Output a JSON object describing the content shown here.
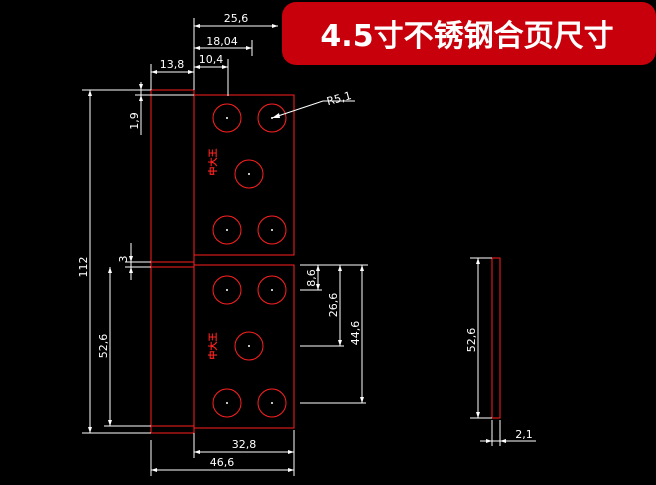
{
  "banner": {
    "title": "4.5寸不锈钢合页尺寸",
    "color": "#c8000b"
  },
  "colors": {
    "part": "#ff2020",
    "dimension": "#ffffff",
    "background": "#000000"
  },
  "dimensions": {
    "top_25_6": "25,6",
    "top_18_04": "18,04",
    "top_10_4": "10,4",
    "top_13_8": "13,8",
    "left_1_9": "1,9",
    "radius": "R5,1",
    "left_112": "112",
    "left_3": "3",
    "left_52_6": "52,6",
    "mid_8_6": "8,6",
    "mid_26_6": "26,6",
    "mid_44_6": "44,6",
    "right_52_6": "52,6",
    "bottom_32_8": "32,8",
    "bottom_46_6": "46,6",
    "bottom_2_1": "2,1"
  },
  "stamps": {
    "upper": "中大王",
    "lower": "中大王"
  }
}
